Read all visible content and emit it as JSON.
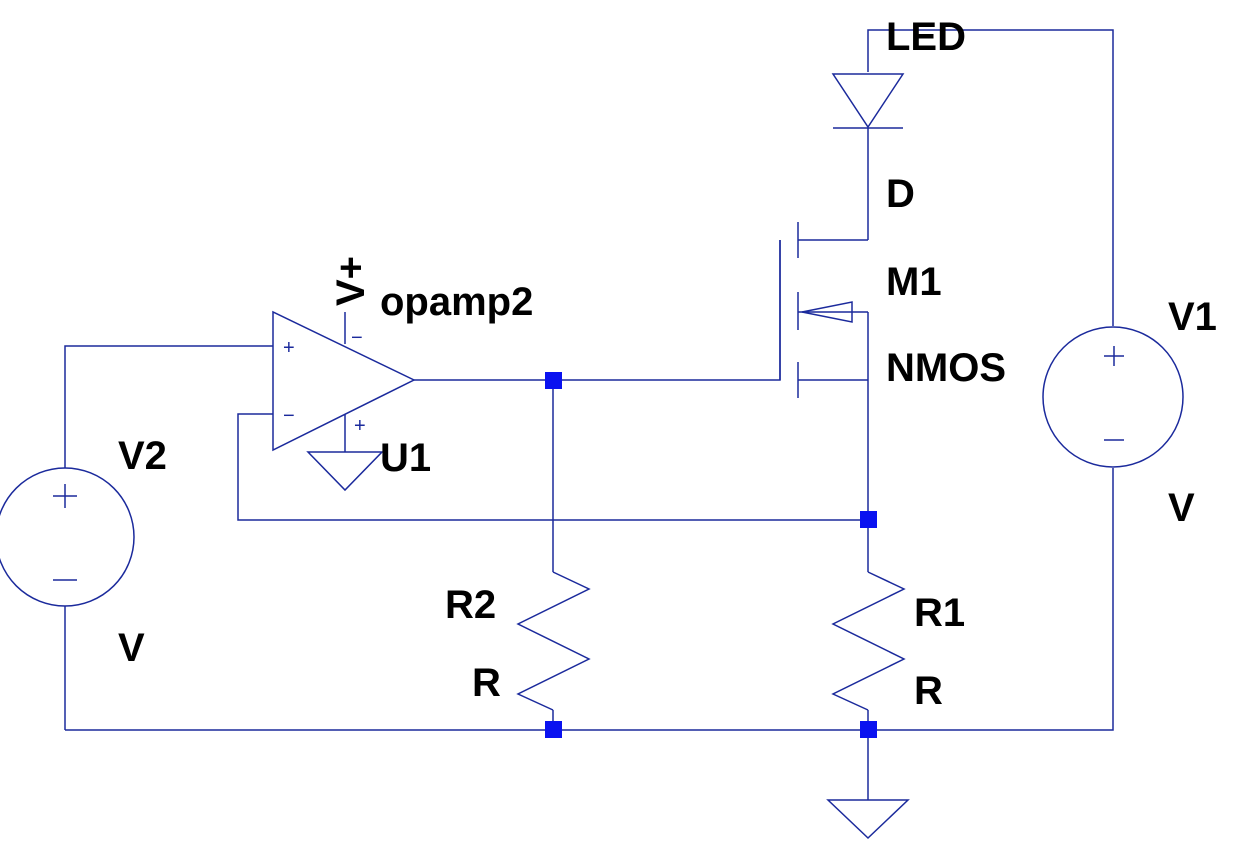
{
  "labels": {
    "led": "LED",
    "d": "D",
    "m1": "M1",
    "nmos": "NMOS",
    "v1": "V1",
    "v1_value": "V",
    "vplus": "V+",
    "opamp2": "opamp2",
    "u1": "U1",
    "v2": "V2",
    "v2_value": "V",
    "r2": "R2",
    "r2_value": "R",
    "r1": "R1",
    "r1_value": "R"
  },
  "pin_marks": {
    "plus": "+",
    "minus": "−"
  },
  "colors": {
    "wire": "#1b2a9c",
    "junction": "#0a12f0",
    "label": "#000000",
    "background": "#ffffff"
  }
}
